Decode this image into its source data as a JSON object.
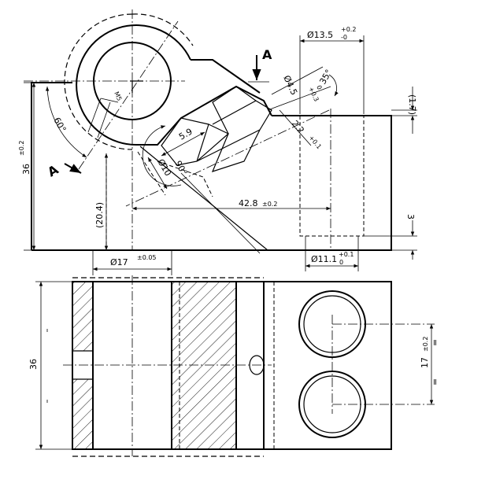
{
  "colors": {
    "ink": "#000000",
    "paper": "#ffffff"
  },
  "section_label": "A",
  "top_view": {
    "dim_dia_13_5": "Ø13.5",
    "dim_dia_13_5_upper": "+0.2",
    "dim_dia_13_5_lower": "-0",
    "dim_dia_4_5": "Ø4.5",
    "dim_dia_4_5_tol": "+0.3",
    "dim_dia_4_5_tol_lower": "0",
    "dim_angle_35": "35°",
    "dim_1_7": "(1.7)",
    "dim_2_2": "2.2",
    "dim_2_2_tol": "+0.1",
    "dim_m5": "M5",
    "dim_angle_60": "60°",
    "dim_36": "36",
    "dim_36_tol": "±0.2",
    "dim_5_9": "5.9",
    "dim_dia_10": "Ø10",
    "dim_angle_90": "90°",
    "dim_20_4": "(20.4)",
    "dim_42_8": "42.8",
    "dim_42_8_tol": "±0.2",
    "dim_3": "3",
    "dim_dia_17": "Ø17",
    "dim_dia_17_tol": "±0.05",
    "dim_dia_11_1": "Ø11.1",
    "dim_dia_11_1_upper": "+0.1",
    "dim_dia_11_1_lower": "0"
  },
  "front_view": {
    "dim_36": "36",
    "dim_17": "17",
    "dim_17_tol": "±0.2",
    "equal_mark": "="
  }
}
